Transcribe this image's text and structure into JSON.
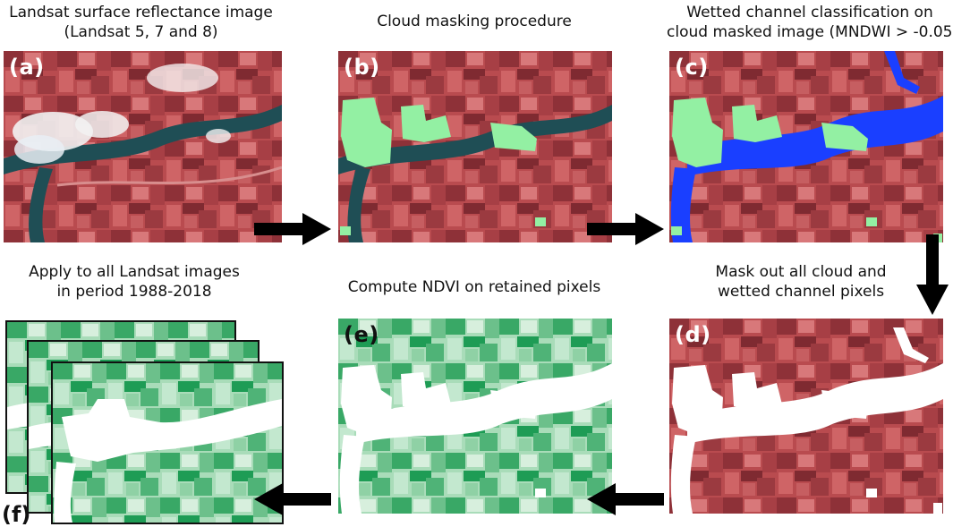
{
  "captions": {
    "a": [
      "Landsat surface reflectance image",
      "(Landsat 5, 7 and 8)"
    ],
    "b": [
      "Cloud masking procedure"
    ],
    "c": [
      "Wetted channel classification on",
      "cloud masked image (MNDWI > -0.05)"
    ],
    "d": [
      "Mask out all cloud and",
      "wetted channel pixels"
    ],
    "e": [
      "Compute NDVI on retained pixels"
    ],
    "f": [
      "Apply to all Landsat images",
      "in period 1988-2018"
    ]
  },
  "panel_labels": {
    "a": "(a)",
    "b": "(b)",
    "c": "(c)",
    "d": "(d)",
    "e": "(e)",
    "f": "(f)"
  },
  "colors": {
    "land_base": "#b94b4f",
    "field_dark": "#8e3138",
    "field_light": "#d8787a",
    "river": "#1f4e55",
    "cloud_white": "#f2f2f2",
    "cloud_mask": "#93f0a3",
    "water_class": "#1a3fff",
    "masked_white": "#ffffff",
    "ndvi_high": "#1e9c55",
    "ndvi_low": "#e6f5ea",
    "arrow": "#000000"
  }
}
